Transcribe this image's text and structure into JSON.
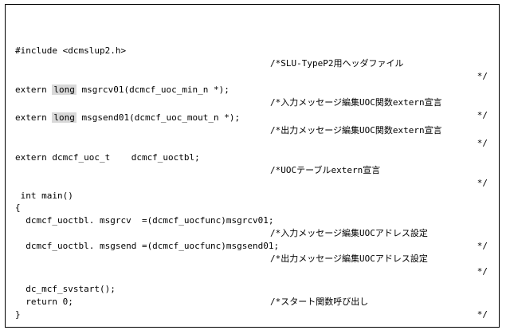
{
  "lines": {
    "include_code": "#include <dcmslup2.h>",
    "include_comment": "/*SLU-TypeP2用ヘッダファイル",
    "include_end": "*/",
    "recv_prefix": "extern ",
    "recv_type": "long",
    "recv_rest": "msgrcv01(dcmcf_uoc_min_n *);",
    "recv_comment": "/*入力メッセージ編集UOC関数extern宣言",
    "recv_end": "*/",
    "send_prefix": "extern ",
    "send_type": "long",
    "send_rest": "msgsend01(dcmcf_uoc_mout_n *);",
    "send_comment": "/*出力メッセージ編集UOC関数extern宣言",
    "send_end": "*/",
    "tbl_code": "extern dcmcf_uoc_t    dcmcf_uoctbl;",
    "tbl_comment": "/*UOCテーブルextern宣言",
    "tbl_end": "*/",
    "main_sig": " int main()",
    "open_brace": "{",
    "assign_rcv": "  dcmcf_uoctbl. msgrcv  =(dcmcf_uocfunc)msgrcv01;",
    "assign_rcv_comment": "/*入力メッセージ編集UOCアドレス設定",
    "assign_rcv_end": "*/",
    "assign_send": "  dcmcf_uoctbl. msgsend =(dcmcf_uocfunc)msgsend01;",
    "assign_send_comment": "/*出力メッセージ編集UOCアドレス設定",
    "assign_send_end": "*/",
    "svstart_code": "  dc_mcf_svstart();",
    "svstart_comment": "/*スタート関数呼び出し",
    "svstart_end": "*/",
    "return_code": "  return 0;",
    "close_brace": "}"
  }
}
